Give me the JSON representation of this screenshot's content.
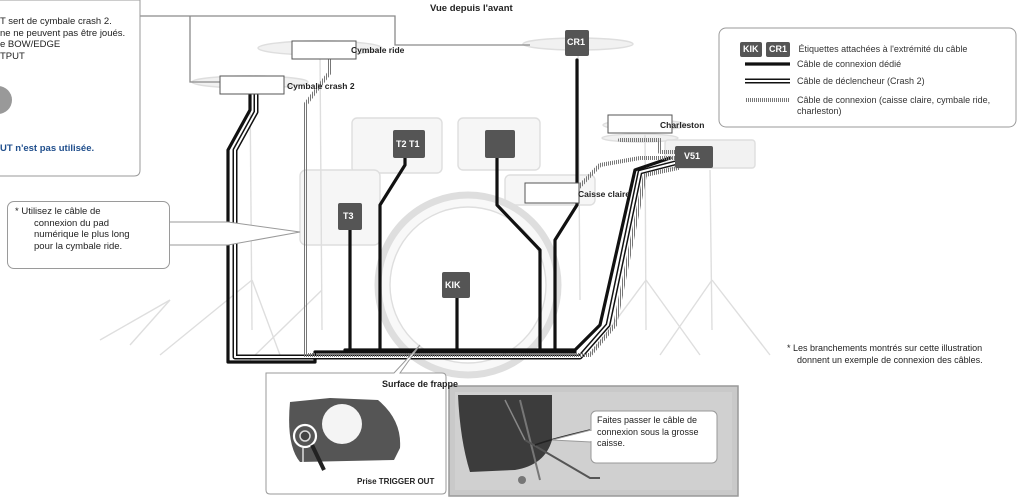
{
  "top_title": "Vue depuis l'avant",
  "crash2_note": {
    "lines": [
      "T sert de cymbale crash 2.",
      "ne ne peuvent pas être joués.",
      "e BOW/EDGE",
      "TPUT"
    ],
    "emphasis": "UT n'est pas utilisée.",
    "emphasis_color": "#1f4e8c"
  },
  "ride_note": {
    "lines": [
      "* Utilisez le câble de",
      "connexion du pad",
      "numérique le plus long",
      "pour la cymbale ride."
    ]
  },
  "bottom_note": {
    "lines": [
      "* Les branchements montrés sur cette illustration",
      "donnent un exemple de connexion des câbles."
    ]
  },
  "legend": {
    "chip_kik": "KIK",
    "chip_cr1": "CR1",
    "tags_label": "Étiquettes attachées à l'extrémité du câble",
    "dedicated": "Câble de connexion dédié",
    "trigger": "Câble de déclencheur (Crash 2)",
    "connection_lines": [
      "Câble de connexion (caisse claire, cymbale ride,",
      "charleston)"
    ]
  },
  "labels": {
    "cymbale_ride": "Cymbale ride",
    "cymbale_crash2": "Cymbale crash 2",
    "charleston": "Charleston",
    "caisse_claire": "Caisse claire",
    "surface_de_frappe": "Surface de frappe",
    "prise_trigger_out": "Prise TRIGGER OUT"
  },
  "tags": {
    "cr1": "CR1",
    "t2t1": "T2 T1",
    "t3": "T3",
    "kik": "KIK",
    "v51": "V51"
  },
  "callout": {
    "lines": [
      "Faites passer le câble de",
      "connexion sous la grosse",
      "caisse."
    ]
  },
  "colors": {
    "tag_bg": "#555555",
    "cable": "#111111",
    "note_blue": "#1f4e8c",
    "photo_bg": "#c9c9c9"
  }
}
